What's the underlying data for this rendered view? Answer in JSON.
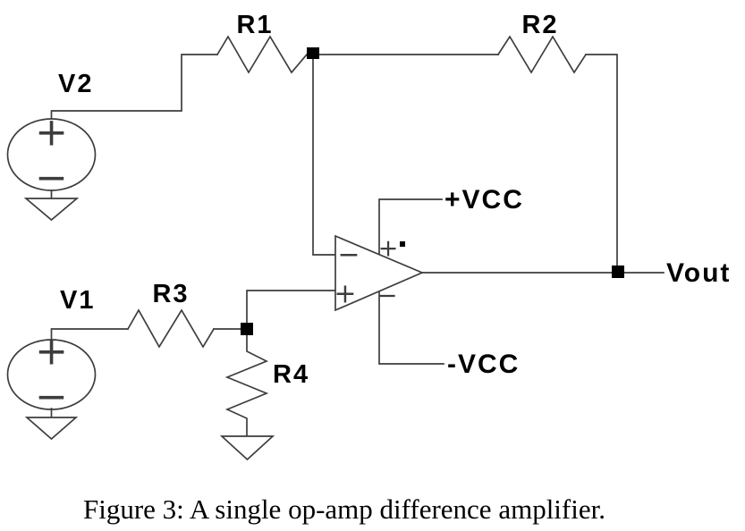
{
  "window": {
    "background": "#ffffff"
  },
  "schematic": {
    "wire_color": "#3d3d3d",
    "label_color": "#000000",
    "components": {
      "v2": {
        "label": "V2",
        "plus": "+",
        "minus": "−"
      },
      "v1": {
        "label": "V1",
        "plus": "+",
        "minus": "−"
      },
      "r1": {
        "label": "R1"
      },
      "r2": {
        "label": "R2"
      },
      "r3": {
        "label": "R3"
      },
      "r4": {
        "label": "R4"
      },
      "opamp": {
        "inverting_mark": "−",
        "noninverting_mark": "+",
        "supply_plus_mark": "+",
        "supply_minus_mark": "−"
      }
    },
    "nets": {
      "supply_positive": "+VCC",
      "supply_negative": "-VCC",
      "output": "Vout"
    }
  },
  "caption": "Figure 3: A single op-amp difference amplifier."
}
